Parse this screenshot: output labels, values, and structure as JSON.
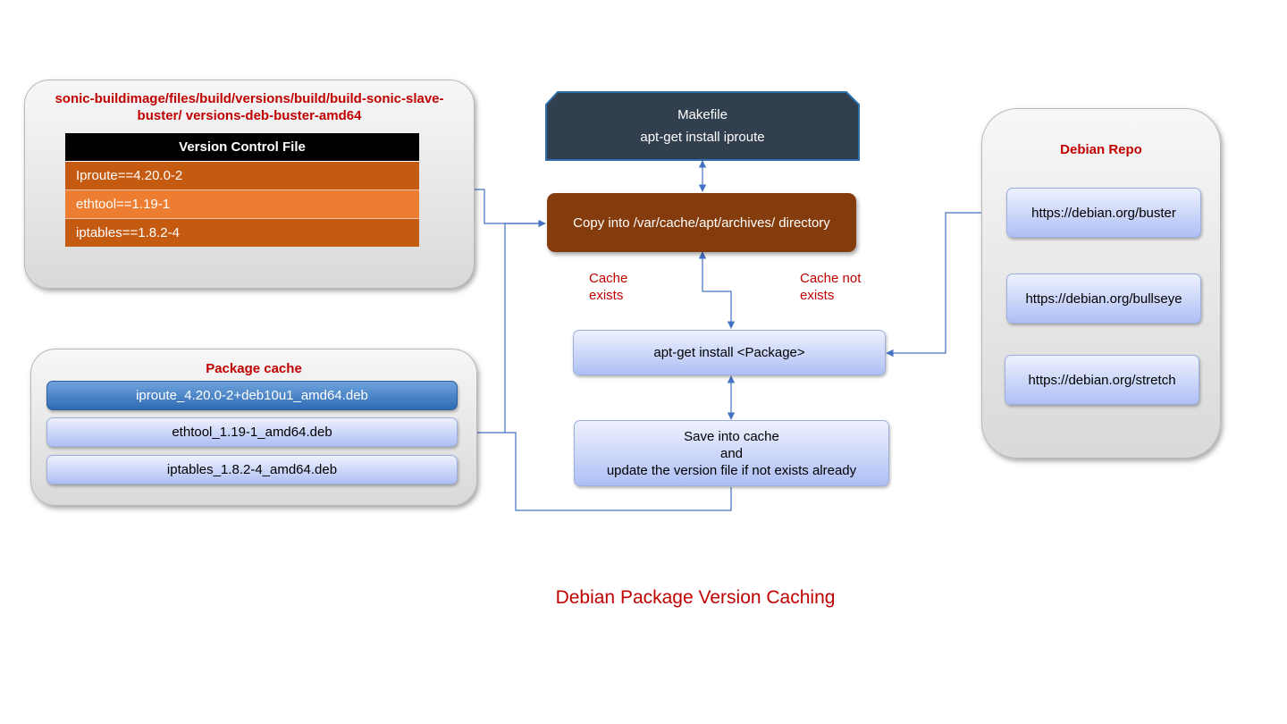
{
  "version_group": {
    "title": "sonic-buildimage/files/build/versions/build/build-sonic-slave-buster/ versions-deb-buster-amd64",
    "table_header": "Version Control File",
    "rows": [
      "Iproute==4.20.0-2",
      "ethtool==1.19-1",
      "iptables==1.8.2-4"
    ]
  },
  "package_cache": {
    "title": "Package cache",
    "items": [
      "iproute_4.20.0-2+deb10u1_amd64.deb",
      "ethtool_1.19-1_amd64.deb",
      "iptables_1.8.2-4_amd64.deb"
    ]
  },
  "makefile": {
    "line1": "Makefile",
    "line2": "apt-get install iproute"
  },
  "copy_box": {
    "label": "Copy into /var/cache/apt/archives/ directory"
  },
  "notes": {
    "cache_exists": "Cache exists",
    "cache_not_exists": "Cache not exists"
  },
  "apt_box": {
    "label": "apt-get install <Package>"
  },
  "save_box": {
    "line1": "Save into cache",
    "line2": "and",
    "line3": "update the version file if not exists already"
  },
  "debian_repo": {
    "title": "Debian Repo",
    "items": [
      "https://debian.org/buster",
      "https://debian.org/bullseye",
      "https://debian.org/stretch"
    ]
  },
  "caption": "Debian Package Version Caching",
  "colors": {
    "accent_red": "#c00000",
    "makefile_fill": "#323f4f",
    "copy_fill": "#843c0c",
    "row_dark": "#c55a11",
    "row_light": "#ed7d31",
    "connector": "#4472c4"
  }
}
